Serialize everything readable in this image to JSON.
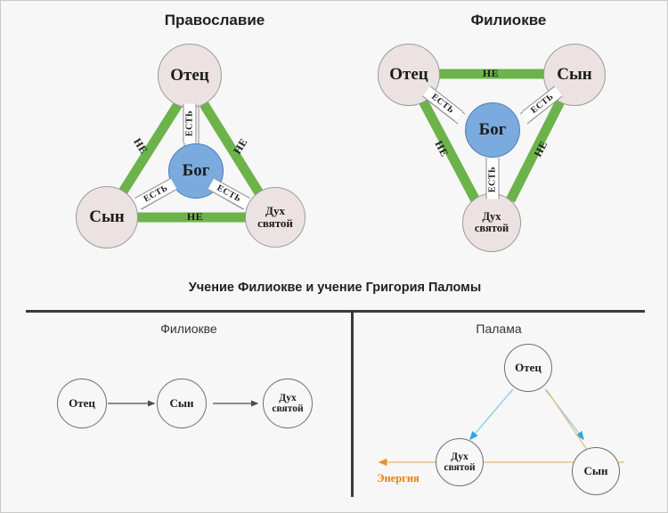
{
  "colors": {
    "green_band": "#6bb34a",
    "green_band_light": "#7cc25c",
    "node_fill": "#ece2e2",
    "node_stroke": "#9b9b9b",
    "god_fill": "#7aaade",
    "god_stroke": "#4d7fb5",
    "arrow_blue": "#4bb4e8",
    "arrow_orange": "#e8a557",
    "energy_text": "#e8820c",
    "divider": "#3a3a3a",
    "background": "#f7f7f7"
  },
  "top_left": {
    "title": "Православие",
    "nodes": {
      "father": "Отец",
      "son": "Сын",
      "spirit_line1": "Дух",
      "spirit_line2": "святой",
      "god": "Бог"
    },
    "edge_labels": {
      "father_son": "НЕ",
      "father_spirit": "НЕ",
      "son_spirit": "НЕ",
      "father_god": "ЕСТЬ",
      "son_god": "ЕСТЬ",
      "spirit_god": "ЕСТЬ"
    }
  },
  "top_right": {
    "title": "Филиокве",
    "nodes": {
      "father": "Отец",
      "son": "Сын",
      "spirit_line1": "Дух",
      "spirit_line2": "святой",
      "god": "Бог"
    },
    "edge_labels": {
      "father_son": "НЕ",
      "father_spirit": "НЕ",
      "son_spirit": "НЕ",
      "father_god": "ЕСТЬ",
      "son_god": "ЕСТЬ",
      "spirit_god": "ЕСТЬ"
    }
  },
  "bottom": {
    "title": "Учение Филиокве и учение Григория Паломы",
    "left": {
      "subtitle": "Филиокве",
      "nodes": {
        "father": "Отец",
        "son": "Сын",
        "spirit_line1": "Дух",
        "spirit_line2": "святой"
      }
    },
    "right": {
      "subtitle": "Палама",
      "nodes": {
        "father": "Отец",
        "son": "Сын",
        "spirit_line1": "Дух",
        "spirit_line2": "святой"
      },
      "energy_label": "Энергия"
    }
  }
}
